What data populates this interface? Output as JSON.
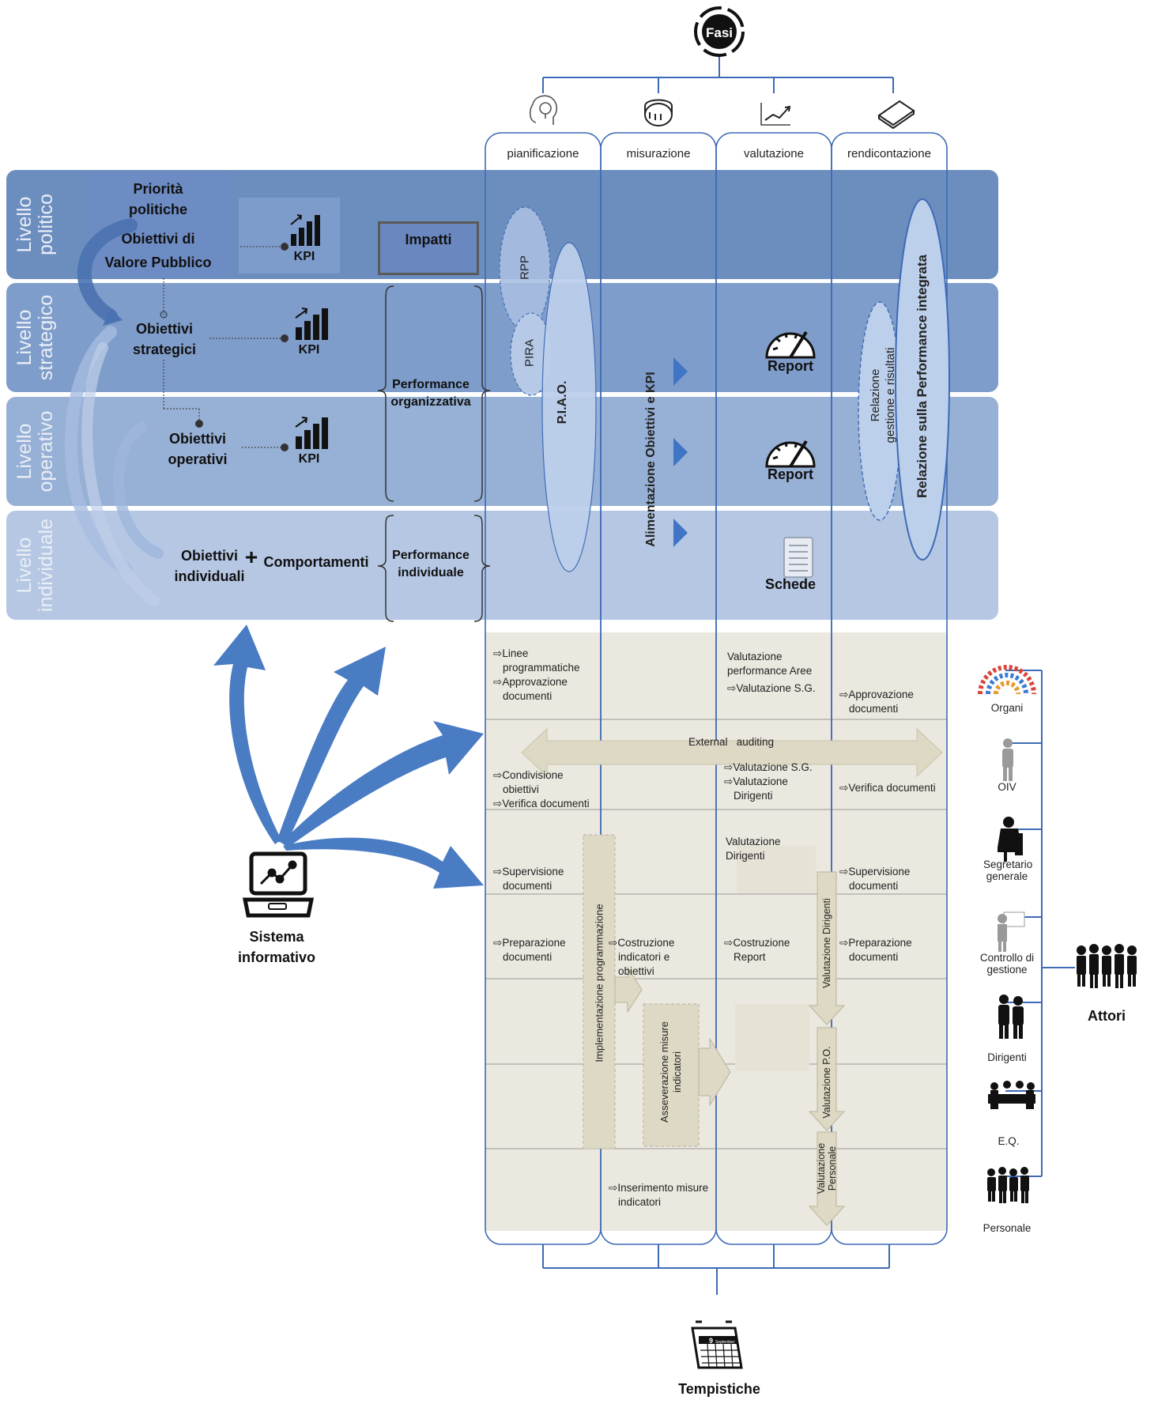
{
  "fasi": {
    "label": "Fasi"
  },
  "phases": [
    {
      "label": "pianificazione",
      "icon": "lightbulb-head-icon"
    },
    {
      "label": "misurazione",
      "icon": "measuring-tape-icon"
    },
    {
      "label": "valutazione",
      "icon": "chart-trend-icon"
    },
    {
      "label": "rendicontazione",
      "icon": "book-icon"
    }
  ],
  "levels": [
    {
      "label": "Livello politico",
      "line1": "Livello",
      "line2": "politico",
      "color": "#6c8ebf"
    },
    {
      "label": "Livello strategico",
      "line1": "Livello",
      "line2": "strategico",
      "color": "#7f9dca"
    },
    {
      "label": "Livello operativo",
      "line1": "Livello",
      "line2": "operativo",
      "color": "#97b0d5"
    },
    {
      "label": "Livello individuale",
      "line1": "Livello",
      "line2": "individuale",
      "color": "#b5c7e3"
    }
  ],
  "political": {
    "priorita_1": "Priorità",
    "priorita_2": "politiche",
    "obiettivi_vp_1": "Obiettivi di",
    "obiettivi_vp_2": "Valore Pubblico",
    "impatti": "Impatti"
  },
  "objectives": {
    "strategici_1": "Obiettivi",
    "strategici_2": "strategici",
    "operativi_1": "Obiettivi",
    "operativi_2": "operativi",
    "individuali_1": "Obiettivi",
    "individuali_2": "individuali",
    "plus": "+",
    "comportamenti": "Comportamenti"
  },
  "kpi": {
    "label": "KPI"
  },
  "performance": {
    "org_1": "Performance",
    "org_2": "organizzativa",
    "ind_1": "Performance",
    "ind_2": "individuale"
  },
  "planning_docs": {
    "rpp": "RPP",
    "pira": "PIRA",
    "piao": "P.I.A.O."
  },
  "measurement": {
    "alimentazione": "Alimentazione Obiettivi e KPI"
  },
  "evaluation": {
    "report_1": "Report",
    "report_2": "Report",
    "schede": "Schede"
  },
  "reporting": {
    "relazione_gestione_1": "Relazione",
    "relazione_gestione_2": "gestione e risultati",
    "relazione_performance": "Relazione sulla Performance  integrata"
  },
  "actors": {
    "title": "Attori",
    "list": [
      "Organi",
      "OIV",
      "Segretario generale",
      "Controllo di gestione",
      "Dirigenti",
      "E.Q.",
      "Personale"
    ]
  },
  "sistema": {
    "line1": "Sistema",
    "line2": "informativo"
  },
  "tempistiche": {
    "label": "Tempistiche",
    "calendar_day": "9",
    "calendar_month": "September"
  },
  "external_auditing": "External   auditing",
  "cells": {
    "pian_organi_1": "Linee programmatiche",
    "pian_organi_2": "Approvazione documenti",
    "val_organi_head": "Valutazione performance Aree",
    "val_organi_1": "Valutazione S.G.",
    "rend_organi_1": "Approvazione documenti",
    "pian_oiv_1": "Condivisione obiettivi",
    "pian_oiv_2": "Verifica documenti",
    "val_oiv_1": "Valutazione S.G.",
    "val_oiv_2": "Valutazione Dirigenti",
    "rend_oiv_1": "Verifica documenti",
    "pian_sg_1": "Supervisione documenti",
    "val_sg_head": "Valutazione Dirigenti",
    "rend_sg_1": "Supervisione documenti",
    "pian_cg_1": "Preparazione documenti",
    "mis_cg_1": "Costruzione indicatori e obiettivi",
    "val_cg_1": "Costruzione Report",
    "rend_cg_1": "Preparazione documenti",
    "mis_pers_1": "Inserimento misure indicatori"
  },
  "vertical_arrows": {
    "implementazione": "Implementazione programmazione",
    "asseverazione_1": "Asseverazione misure",
    "asseverazione_2": "indicatori",
    "val_dirigenti": "Valutazione Dirigenti",
    "val_po": "Valutazione P.O.",
    "val_personale_1": "Valutazione",
    "val_personale_2": "Personale"
  },
  "colors": {
    "accent_blue": "#4f7fc1",
    "table_bg": "#ebe8df",
    "arrow_beige": "#ddd9c5"
  }
}
